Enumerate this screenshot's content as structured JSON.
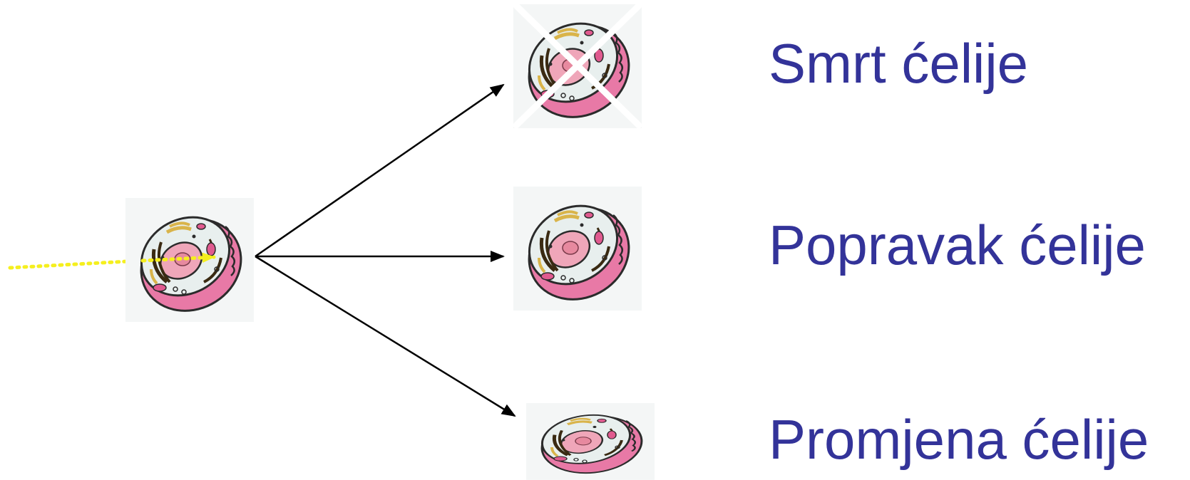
{
  "outcomes": [
    {
      "id": "death",
      "label": "Smrt ćelije",
      "crossed_out": true
    },
    {
      "id": "repair",
      "label": "Popravak ćelije",
      "crossed_out": false
    },
    {
      "id": "change",
      "label": "Promjena ćelije",
      "crossed_out": false
    }
  ],
  "colors": {
    "label_text": "#333399",
    "radiation_arrow": "#f5ef1e",
    "arrow": "#000000",
    "cell_membrane_pink": "#e879a6",
    "cell_cytoplasm": "#e8efee",
    "cell_nucleus": "#efa6b9",
    "organelle_dark": "#3a2a12",
    "organelle_yellow": "#d9b44a",
    "cross_mark": "#ffffff",
    "tile_background": "#f4f6f6"
  },
  "icons": {
    "source_cell": "animal-cell-icon",
    "outcome_cell": "animal-cell-icon",
    "cross": "x-mark-icon",
    "radiation": "dotted-arrow-icon"
  }
}
